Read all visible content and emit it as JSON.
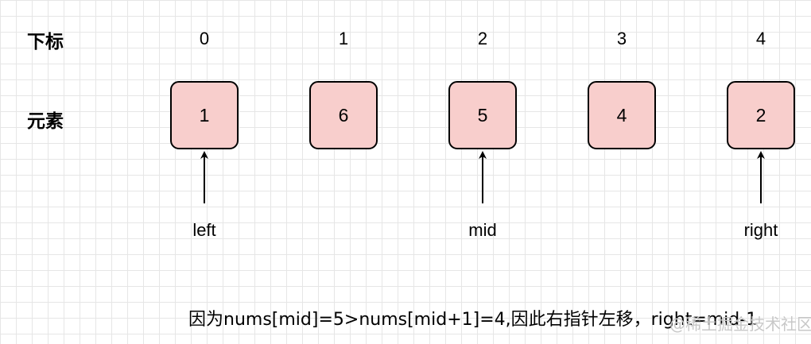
{
  "labels": {
    "index_row": "下标",
    "element_row": "元素"
  },
  "indices": [
    "0",
    "1",
    "2",
    "3",
    "4"
  ],
  "elements": [
    "1",
    "6",
    "5",
    "4",
    "2"
  ],
  "pointers": [
    {
      "name": "left",
      "index": 0
    },
    {
      "name": "mid",
      "index": 2
    },
    {
      "name": "right",
      "index": 4
    }
  ],
  "caption": "因为nums[mid]=5>nums[mid+1]=4,因此右指针左移，right=mid-1",
  "watermark": "@稀土掘金技术社区",
  "colors": {
    "cell_fill": "#f8cecc",
    "cell_border": "#000000",
    "grid": "#e6e6e6"
  }
}
